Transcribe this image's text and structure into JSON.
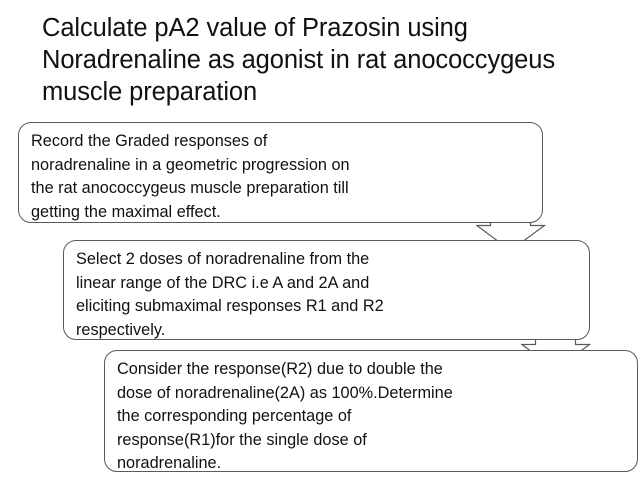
{
  "slide": {
    "title": "Calculate pA2 value of  Prazosin using Noradrenaline as agonist in rat anococcygeus muscle preparation",
    "background_color": "#ffffff",
    "text_color": "#111111",
    "outline_color": "#5a5a5a"
  },
  "flow": {
    "steps": [
      {
        "id": "step-1",
        "order": 1,
        "text": "Record the Graded responses of\nnoradrenaline in a geometric progression on\nthe rat anococcygeus muscle preparation till\ngetting the maximal effect."
      },
      {
        "id": "step-2",
        "order": 2,
        "text": "Select 2 doses of noradrenaline from the\nlinear range of the DRC i.e A and 2A and\neliciting submaximal responses R1 and R2\nrespectively."
      },
      {
        "id": "step-3",
        "order": 3,
        "text": "Consider the response(R2) due to double the\ndose of noradrenaline(2A) as 100%.Determine\nthe corresponding percentage of\nresponse(R1)for the single dose of\nnoradrenaline."
      }
    ],
    "connectors": [
      {
        "id": "connector-1",
        "icon": "down-arrow-icon",
        "from": "step-1",
        "to": "step-2"
      },
      {
        "id": "connector-2",
        "icon": "down-arrow-icon",
        "from": "step-2",
        "to": "step-3"
      }
    ]
  }
}
